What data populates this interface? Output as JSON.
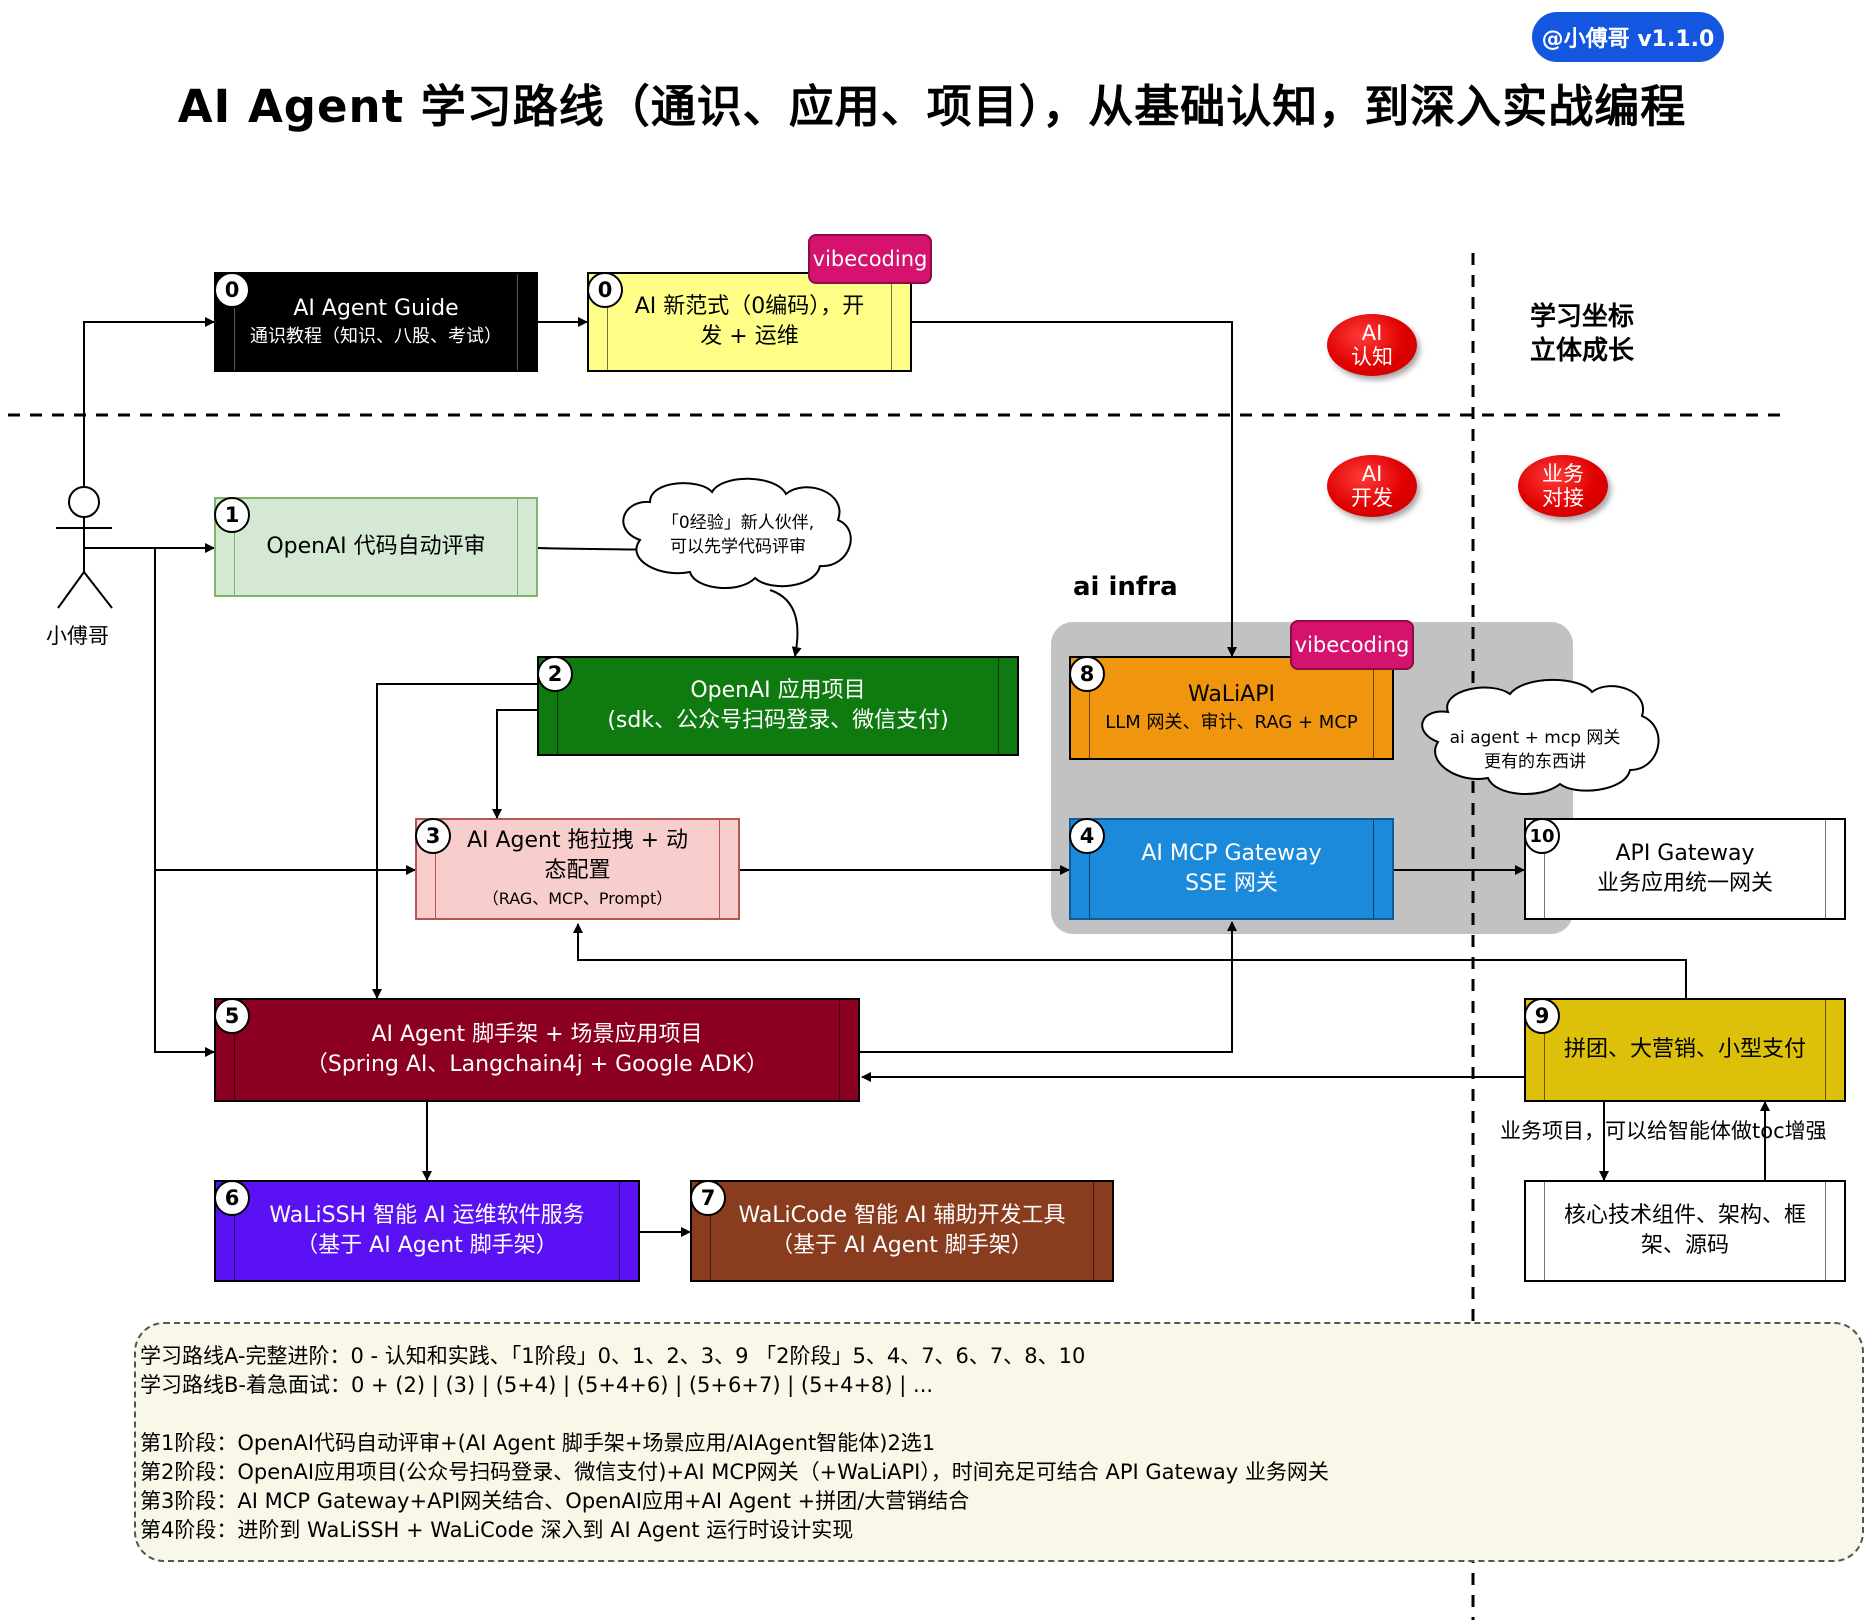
{
  "version_badge": "@小傅哥 v1.1.0",
  "title": "AI Agent 学习路线（通识、应用、项目），从基础认知，到深入实战编程",
  "person": {
    "label": "小傅哥"
  },
  "section_labels": {
    "ai_infra": "ai infra",
    "coord_line1": "学习坐标",
    "coord_line2": "立体成长"
  },
  "badges": {
    "ai_cognition": "AI\n认知",
    "ai_dev": "AI\n开发",
    "business": "业务\n对接"
  },
  "tags": {
    "vibecoding": "vibecoding"
  },
  "clouds": {
    "newbie_line1": "「0经验」新人伙伴,",
    "newbie_line2": "可以先学代码评审",
    "mcp_line1": "ai agent + mcp 网关",
    "mcp_line2": "更有的东西讲"
  },
  "nodes": {
    "guide": {
      "num": "0",
      "line1": "AI Agent Guide",
      "line2": "通识教程（知识、八股、考试）"
    },
    "paradigm": {
      "num": "0",
      "line1": "AI 新范式（0编码），开",
      "line2": "发 + 运维"
    },
    "code_review": {
      "num": "1",
      "line1": "OpenAI 代码自动评审"
    },
    "openai_app": {
      "num": "2",
      "line1": "OpenAI 应用项目",
      "line2": "(sdk、公众号扫码登录、微信支付)"
    },
    "drag_config": {
      "num": "3",
      "line1": "AI Agent 拖拉拽 + 动",
      "line2": "态配置",
      "line3": "（RAG、MCP、Prompt）"
    },
    "mcp_gateway": {
      "num": "4",
      "line1": "AI MCP Gateway",
      "line2": "SSE 网关"
    },
    "scaffold": {
      "num": "5",
      "line1": "AI Agent 脚手架 + 场景应用项目",
      "line2": "（Spring AI、Langchain4j + Google ADK）"
    },
    "walissh": {
      "num": "6",
      "line1": "WaLiSSH 智能 AI 运维软件服务",
      "line2": "（基于 AI Agent 脚手架）"
    },
    "walicode": {
      "num": "7",
      "line1": "WaLiCode 智能 AI 辅助开发工具",
      "line2": "（基于 AI Agent 脚手架）"
    },
    "waliapi": {
      "num": "8",
      "line1": "WaLiAPI",
      "line2": "LLM 网关、审计、RAG + MCP"
    },
    "group_buy": {
      "num": "9",
      "line1": "拼团、大营销、小型支付"
    },
    "api_gateway": {
      "num": "10",
      "line1": "API Gateway",
      "line2": "业务应用统一网关"
    },
    "core_components": {
      "line1": "核心技术组件、架构、框",
      "line2": "架、源码"
    }
  },
  "business_caption": "业务项目，可以给智能体做toc增强",
  "notes": {
    "route_a": "学习路线A-完整进阶：0 - 认知和实践、「1阶段」0、1、2、3、9 「2阶段」5、4、7、6、7、8、10",
    "route_b": "学习路线B-着急面试：0 + (2) | (3) | (5+4) | (5+4+6) | (5+6+7) | (5+4+8) | ...",
    "stage1": "第1阶段：OpenAI代码自动评审+(AI Agent 脚手架+场景应用/AIAgent智能体)2选1",
    "stage2": "第2阶段：OpenAI应用项目(公众号扫码登录、微信支付)+AI MCP网关（+WaLiAPI），时间充足可结合 API Gateway 业务网关",
    "stage3": "第3阶段：AI MCP Gateway+API网关结合、OpenAI应用+AI Agent +拼团/大营销结合",
    "stage4": "第4阶段：进阶到 WaLiSSH + WaLiCode 深入到 AI Agent 运行时设计实现"
  },
  "colors": {
    "guide": "#000000",
    "paradigm": "#ffff88",
    "code_review": "#d5e8d4",
    "openai_app": "#0f7a0f",
    "drag_config": "#f8cecc",
    "mcp_gateway": "#1c8adb",
    "scaffold": "#8b0020",
    "walissh": "#5a12f5",
    "walicode": "#8a3c1e",
    "waliapi": "#f0960e",
    "group_buy": "#dcc00a",
    "infra_bg": "#c2c2c2",
    "tag": "#d5136e",
    "badge_red": "#e00000",
    "version": "#1456e0",
    "notes_bg": "#f9f7e8"
  }
}
